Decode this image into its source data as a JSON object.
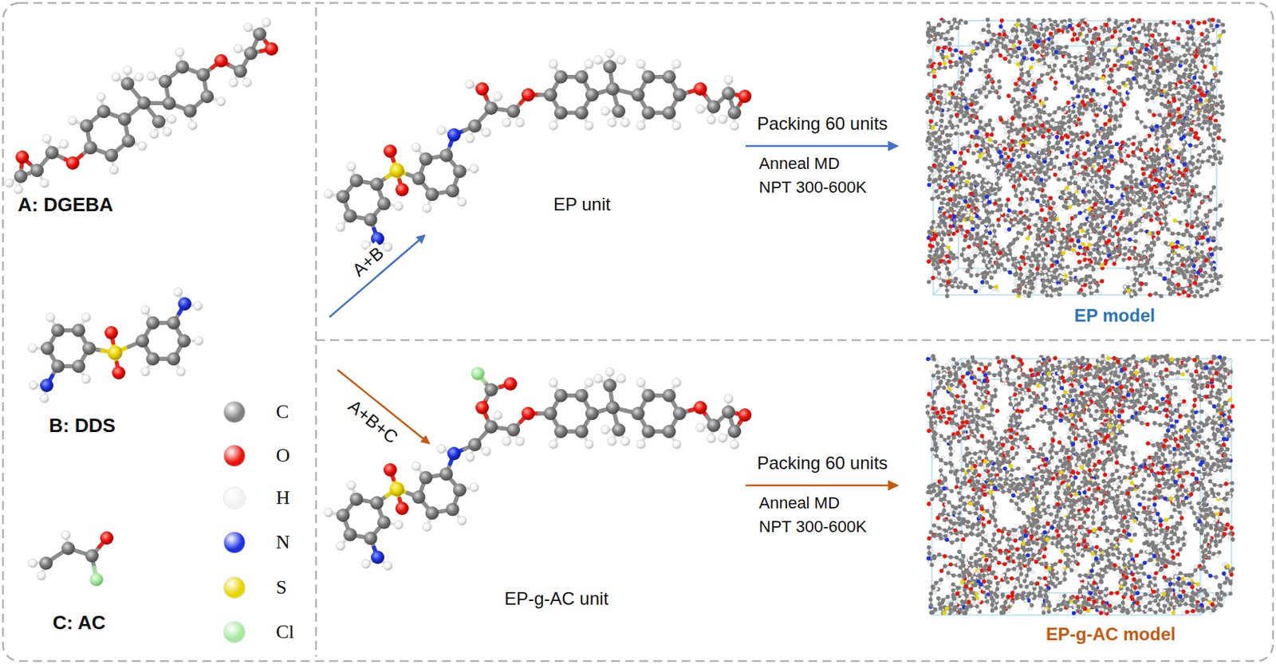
{
  "diagram": {
    "nodes": [
      {
        "text": [
          "A: DGEBA"
        ]
      },
      {
        "text": [
          "B: DDS"
        ]
      },
      {
        "text": [
          "C: AC"
        ]
      },
      {
        "text": [
          "EP unit"
        ]
      },
      {
        "text": [
          "EP model"
        ]
      },
      {
        "text": [
          "EP-g-AC unit"
        ]
      },
      {
        "text": [
          "EP-g-AC model"
        ]
      }
    ],
    "edges": [
      {
        "from": 3,
        "to": 4,
        "arrow": "to",
        "label": "Packing 60 units"
      },
      {
        "from": 5,
        "to": 6,
        "arrow": "to",
        "label": "Packing 60 units"
      }
    ],
    "labels": [
      "A+B",
      "Anneal MD",
      "NPT 300-600K",
      "A+B+C",
      "Anneal MD",
      "NPT 300-600K"
    ],
    "legend": [
      {
        "text": "C",
        "color": "#808080"
      },
      {
        "text": "O",
        "color": "#e8150d"
      },
      {
        "text": "H",
        "color": "#f2f2f2"
      },
      {
        "text": "N",
        "color": "#1f33e0"
      },
      {
        "text": "S",
        "color": "#e8d400"
      },
      {
        "text": "Cl",
        "color": "#a6e8a0"
      }
    ]
  }
}
